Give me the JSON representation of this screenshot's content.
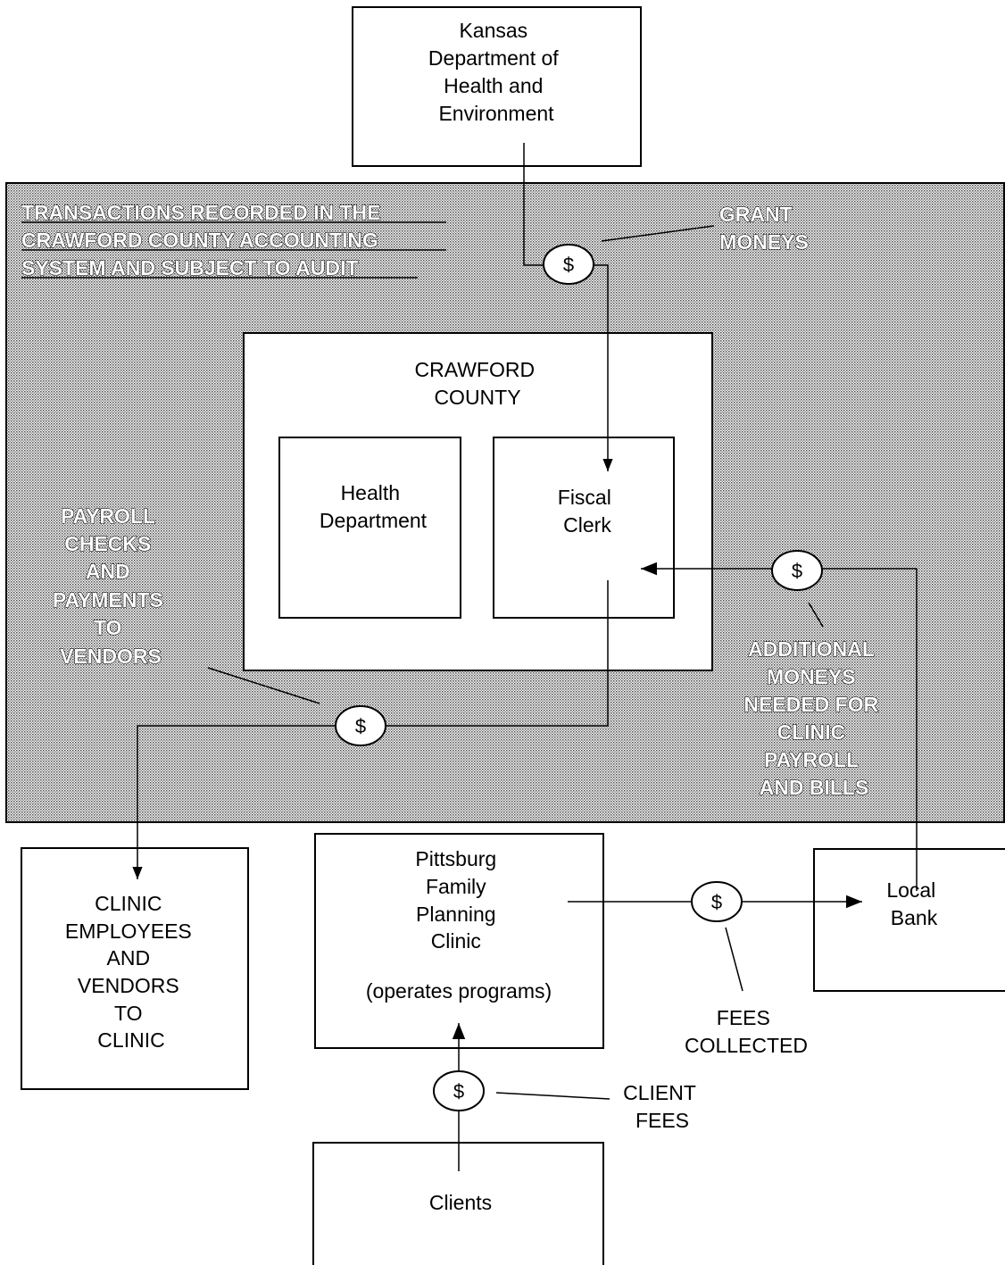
{
  "audit_region": {
    "title_lines": [
      "TRANSACTIONS RECORDED IN THE",
      "CRAWFORD COUNTY ACCOUNTING",
      "SYSTEM AND SUBJECT TO AUDIT"
    ]
  },
  "nodes": {
    "kdhe": [
      "Kansas",
      "Department of",
      "Health and",
      "Environment"
    ],
    "county": [
      "CRAWFORD",
      "COUNTY"
    ],
    "health_dept": [
      "Health",
      "Department"
    ],
    "fiscal_clerk": [
      "Fiscal",
      "Clerk"
    ],
    "employees": [
      "CLINIC",
      "EMPLOYEES",
      "AND",
      "VENDORS",
      "TO",
      "CLINIC"
    ],
    "clinic": [
      "Pittsburg",
      "Family",
      "Planning",
      "Clinic",
      "",
      "(operates programs)"
    ],
    "bank": [
      "Local",
      "Bank"
    ],
    "clients": [
      "Clients"
    ]
  },
  "flow_labels": {
    "grant": [
      "GRANT",
      "MONEYS"
    ],
    "payroll": [
      "PAYROLL",
      "CHECKS",
      "AND",
      "PAYMENTS",
      "TO",
      "VENDORS"
    ],
    "additional": [
      "ADDITIONAL",
      "MONEYS",
      "NEEDED FOR",
      "CLINIC",
      "PAYROLL",
      "AND BILLS"
    ],
    "fees_collected": [
      "FEES",
      "COLLECTED"
    ],
    "client_fees": [
      "CLIENT",
      "FEES"
    ]
  },
  "money_symbol": "$"
}
